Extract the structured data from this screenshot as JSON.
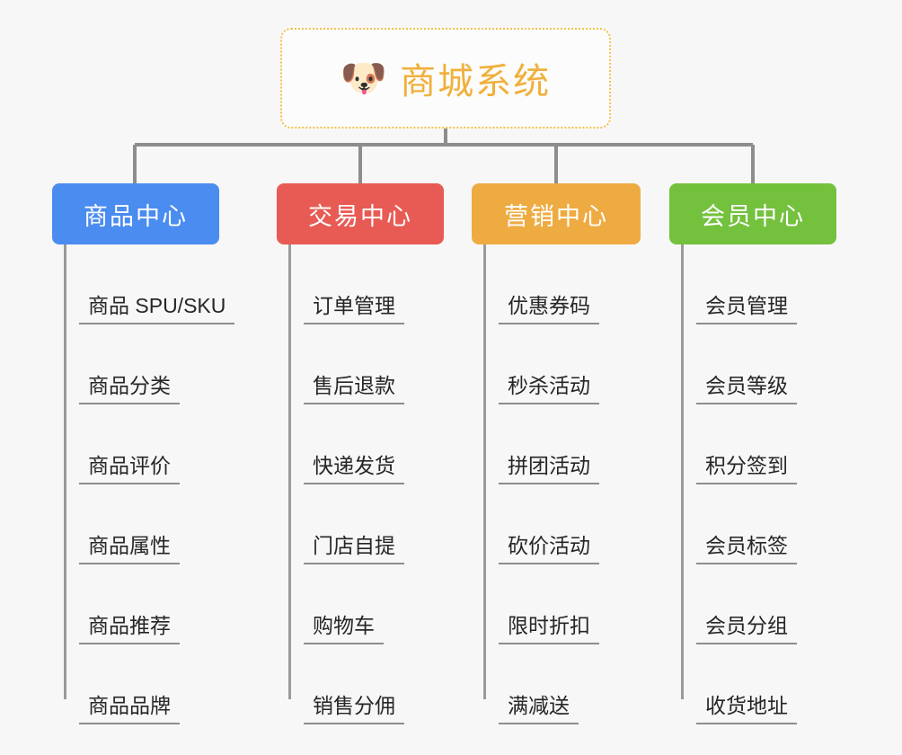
{
  "diagram": {
    "type": "org-chart",
    "background_color": "#f7f7f7",
    "root": {
      "icon": "shiba-dog-face-emoji",
      "icon_glyph": "🐶",
      "title": "商城系统",
      "text_color": "#f0b03c",
      "border_color": "#f2c14a"
    },
    "connector_color": "#8d8d8d",
    "branches": [
      {
        "label": "商品中心",
        "color": "#4a8cf0",
        "items": [
          "商品 SPU/SKU",
          "商品分类",
          "商品评价",
          "商品属性",
          "商品推荐",
          "商品品牌"
        ]
      },
      {
        "label": "交易中心",
        "color": "#e85b55",
        "items": [
          "订单管理",
          "售后退款",
          "快递发货",
          "门店自提",
          "购物车",
          "销售分佣"
        ]
      },
      {
        "label": "营销中心",
        "color": "#eeab42",
        "items": [
          "优惠券码",
          "秒杀活动",
          "拼团活动",
          "砍价活动",
          "限时折扣",
          "满减送"
        ]
      },
      {
        "label": "会员中心",
        "color": "#74c13e",
        "items": [
          "会员管理",
          "会员等级",
          "积分签到",
          "会员标签",
          "会员分组",
          "收货地址"
        ]
      }
    ]
  }
}
